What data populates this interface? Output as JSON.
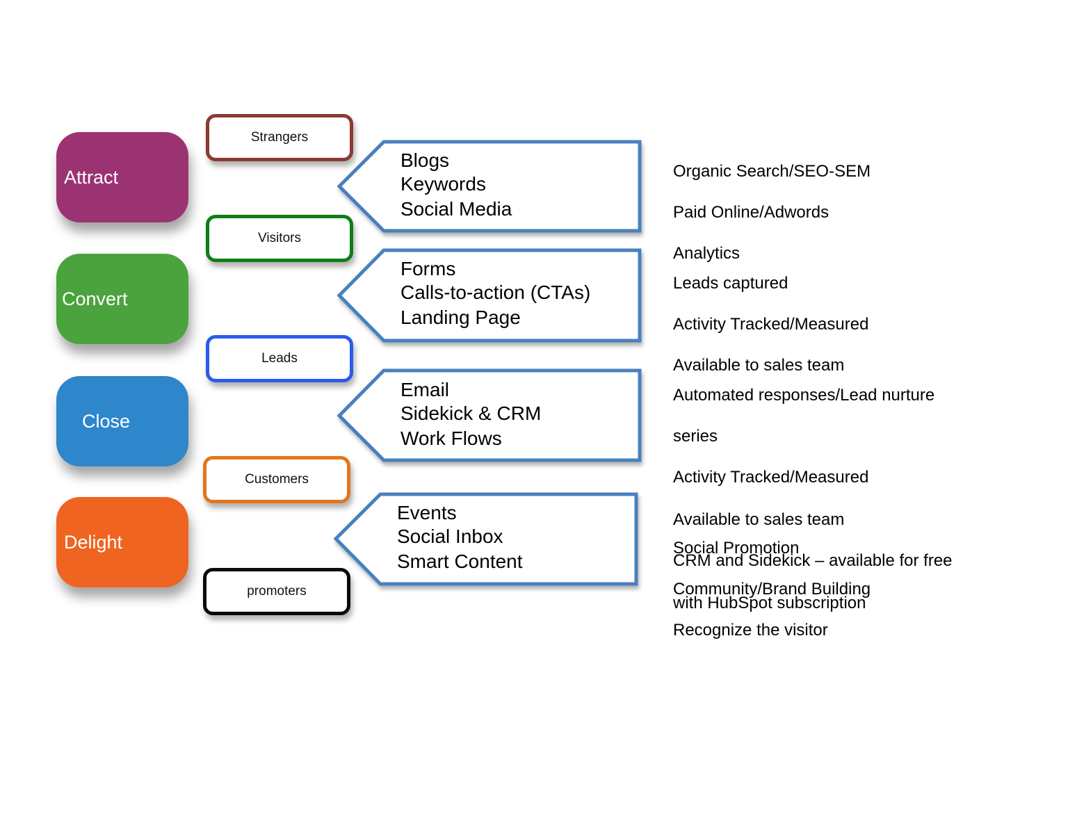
{
  "colors": {
    "attract": "#9b3373",
    "convert": "#4aa33c",
    "close": "#2e86cb",
    "delight": "#ef6420",
    "strangers_border": "#8a3a32",
    "visitors_border": "#0f7d17",
    "leads_border": "#2a5bf0",
    "customers_border": "#e2761c",
    "promoters_border": "#0a0a0a",
    "arrow_border": "#4a80bf"
  },
  "stages": [
    {
      "label": "Attract"
    },
    {
      "label": "Convert"
    },
    {
      "label": "Close"
    },
    {
      "label": "Delight"
    }
  ],
  "audiences": [
    {
      "label": "Strangers"
    },
    {
      "label": "Visitors"
    },
    {
      "label": "Leads"
    },
    {
      "label": "Customers"
    },
    {
      "label": "promoters"
    }
  ],
  "tactics": [
    {
      "lines": [
        "Blogs",
        "Keywords",
        "Social Media"
      ]
    },
    {
      "lines": [
        "Forms",
        "Calls-to-action (CTAs)",
        "Landing Page"
      ]
    },
    {
      "lines": [
        "Email",
        "Sidekick & CRM",
        "Work Flows"
      ]
    },
    {
      "lines": [
        "Events",
        "Social Inbox",
        "Smart Content"
      ]
    }
  ],
  "descriptions": [
    {
      "lines": [
        "Organic Search/SEO-SEM",
        "Paid Online/Adwords",
        "Analytics"
      ]
    },
    {
      "lines": [
        "Leads captured",
        "Activity Tracked/Measured",
        "Available to sales team"
      ]
    },
    {
      "lines": [
        "Automated responses/Lead nurture",
        "series",
        "Activity Tracked/Measured",
        "Available to sales team",
        "CRM and Sidekick – available for free",
        "with HubSpot subscription"
      ]
    },
    {
      "lines": [
        "Social Promotion",
        "Community/Brand Building",
        "Recognize the visitor"
      ]
    }
  ]
}
